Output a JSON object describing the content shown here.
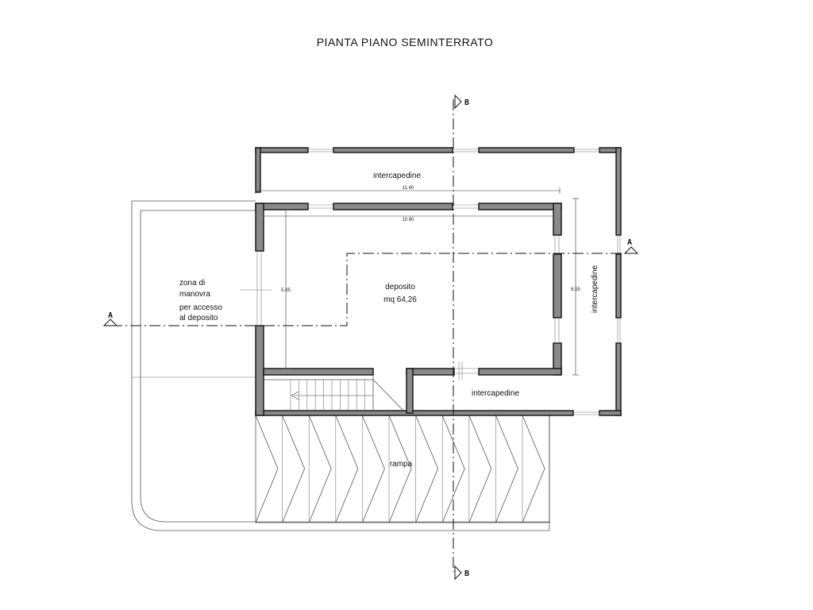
{
  "title": "PIANTA PIANO SEMINTERRATO",
  "rooms": {
    "intercapedine_top": "intercapedine",
    "intercapedine_right": "intercapedine",
    "intercapedine_bottom": "intercapedine",
    "deposito": "deposito",
    "deposito_area": "mq 64,26",
    "zona_line1": "zona di",
    "zona_line2": "manovra",
    "zona_line3": "per accesso",
    "zona_line4": "al deposito",
    "rampa": "rampa"
  },
  "dimensions": {
    "outer_width": "11.40",
    "inner_width": "10.80",
    "inner_height": "5.95",
    "outer_height": "6.55"
  },
  "sections": {
    "a_left": "A",
    "a_right": "A",
    "b_top": "B",
    "b_bottom": "B"
  }
}
